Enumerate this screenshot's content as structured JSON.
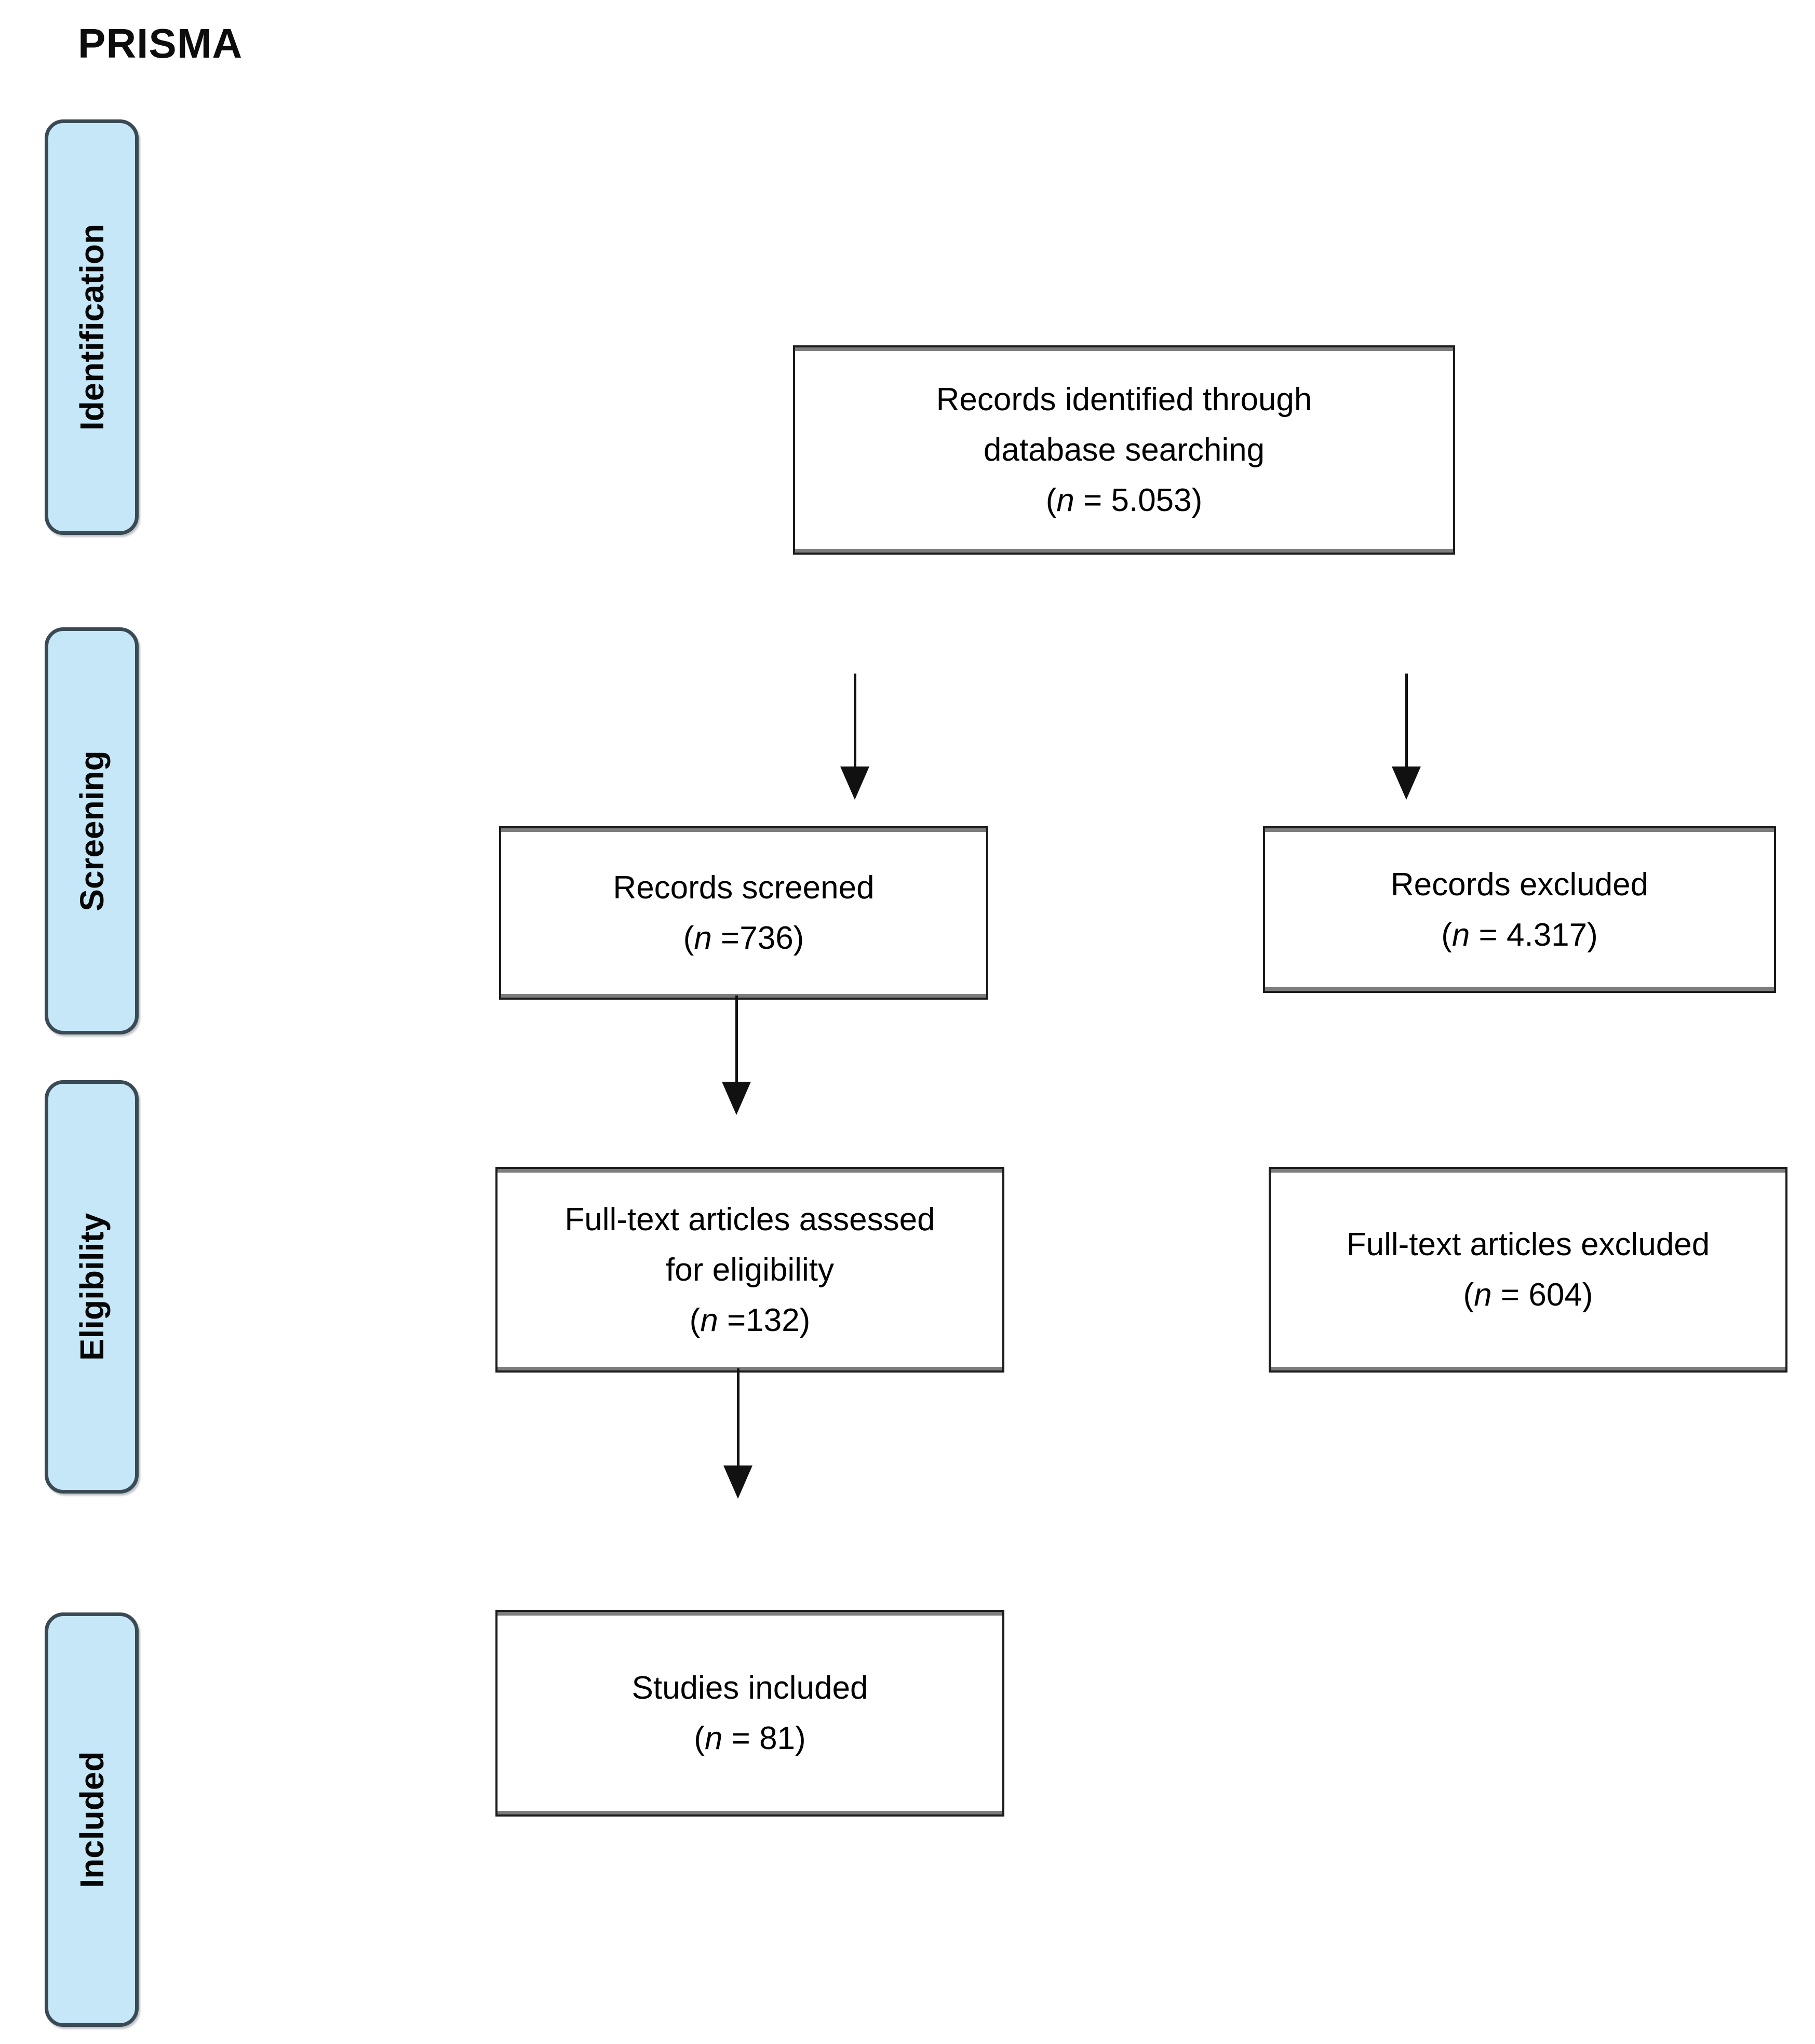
{
  "title": "PRISMA",
  "stages": [
    {
      "label": "Identification"
    },
    {
      "label": "Screening"
    },
    {
      "label": "Eligibility"
    },
    {
      "label": "Included"
    }
  ],
  "boxes": {
    "identified": {
      "lines": [
        "Records identified through",
        "database searching"
      ],
      "n_line": "(n = 5.053)"
    },
    "screened": {
      "lines": [
        "Records screened"
      ],
      "n_line": "(n =736)"
    },
    "records_excluded": {
      "lines": [
        "Records excluded"
      ],
      "n_line": "(n = 4.317)"
    },
    "assessed": {
      "lines": [
        "Full-text articles assessed",
        "for eligibility"
      ],
      "n_line": "(n =132)"
    },
    "fulltext_excluded": {
      "lines": [
        "Full-text articles excluded"
      ],
      "n_line": "(n = 604)"
    },
    "included": {
      "lines": [
        "Studies included"
      ],
      "n_line": "(n = 81)"
    }
  },
  "colors": {
    "stage_fill": "#C5E7F7",
    "stage_border": "#3A4A55",
    "box_border": "#1C1C1C",
    "box_bevel": "#7D7D7D",
    "line_color": "#111111",
    "text_color": "#000000"
  }
}
